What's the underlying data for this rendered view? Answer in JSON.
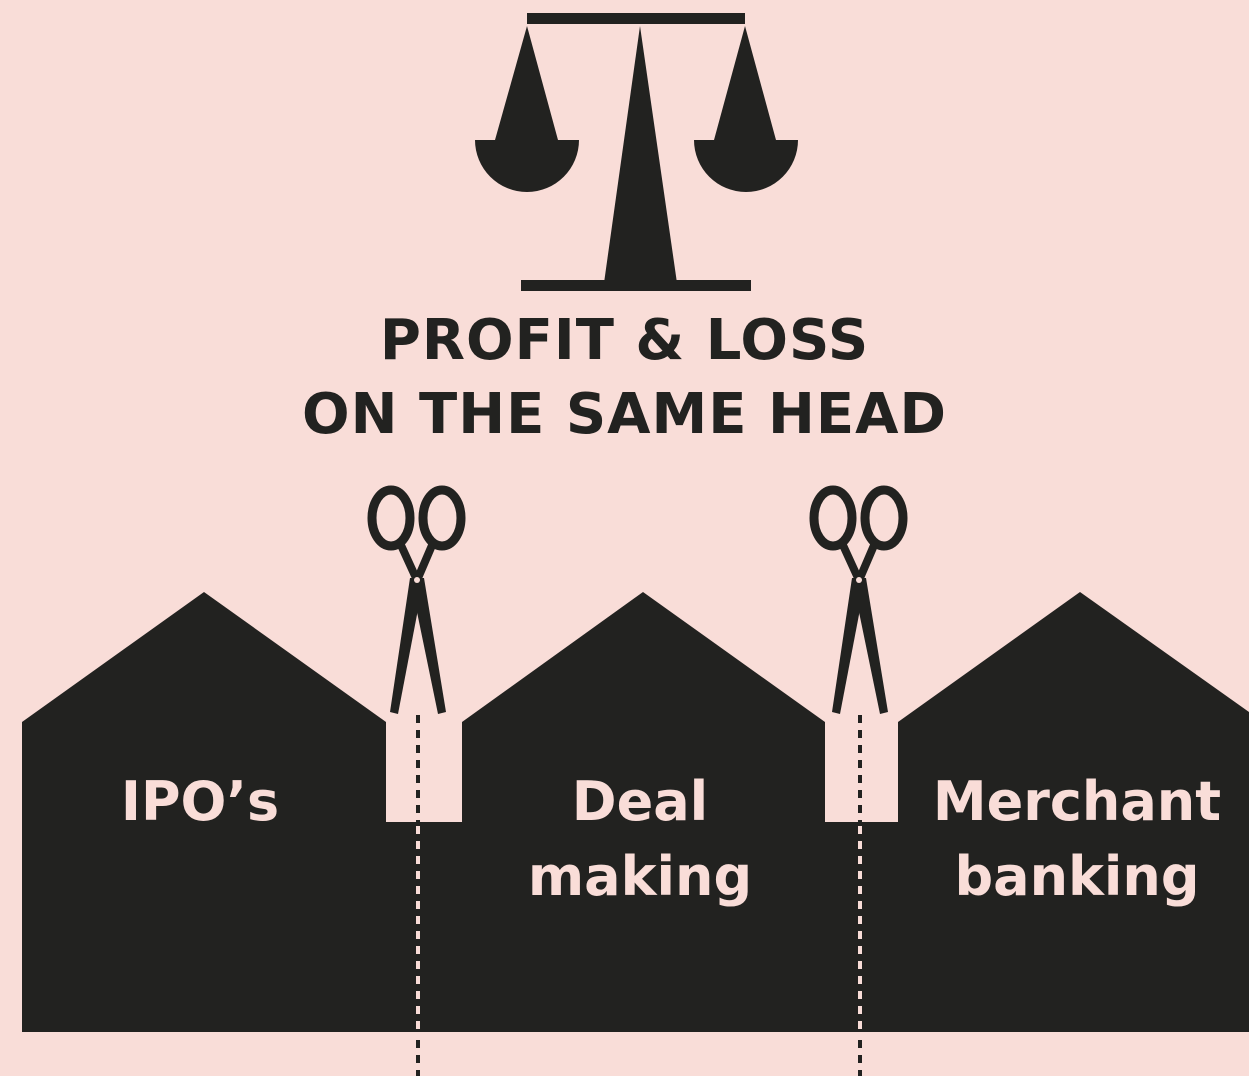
{
  "heading": {
    "line1": "PROFIT & LOSS",
    "line2": "ON THE SAME HEAD"
  },
  "departments": [
    {
      "lines": [
        "IPO’s"
      ]
    },
    {
      "lines": [
        "Deal",
        "making"
      ]
    },
    {
      "lines": [
        "Merchant",
        "banking"
      ]
    }
  ],
  "icons": {
    "top": "balance-scale-icon",
    "cutters": [
      "scissors-icon",
      "scissors-icon"
    ]
  },
  "colors": {
    "background": "#f9ddd8",
    "ink": "#222220"
  }
}
